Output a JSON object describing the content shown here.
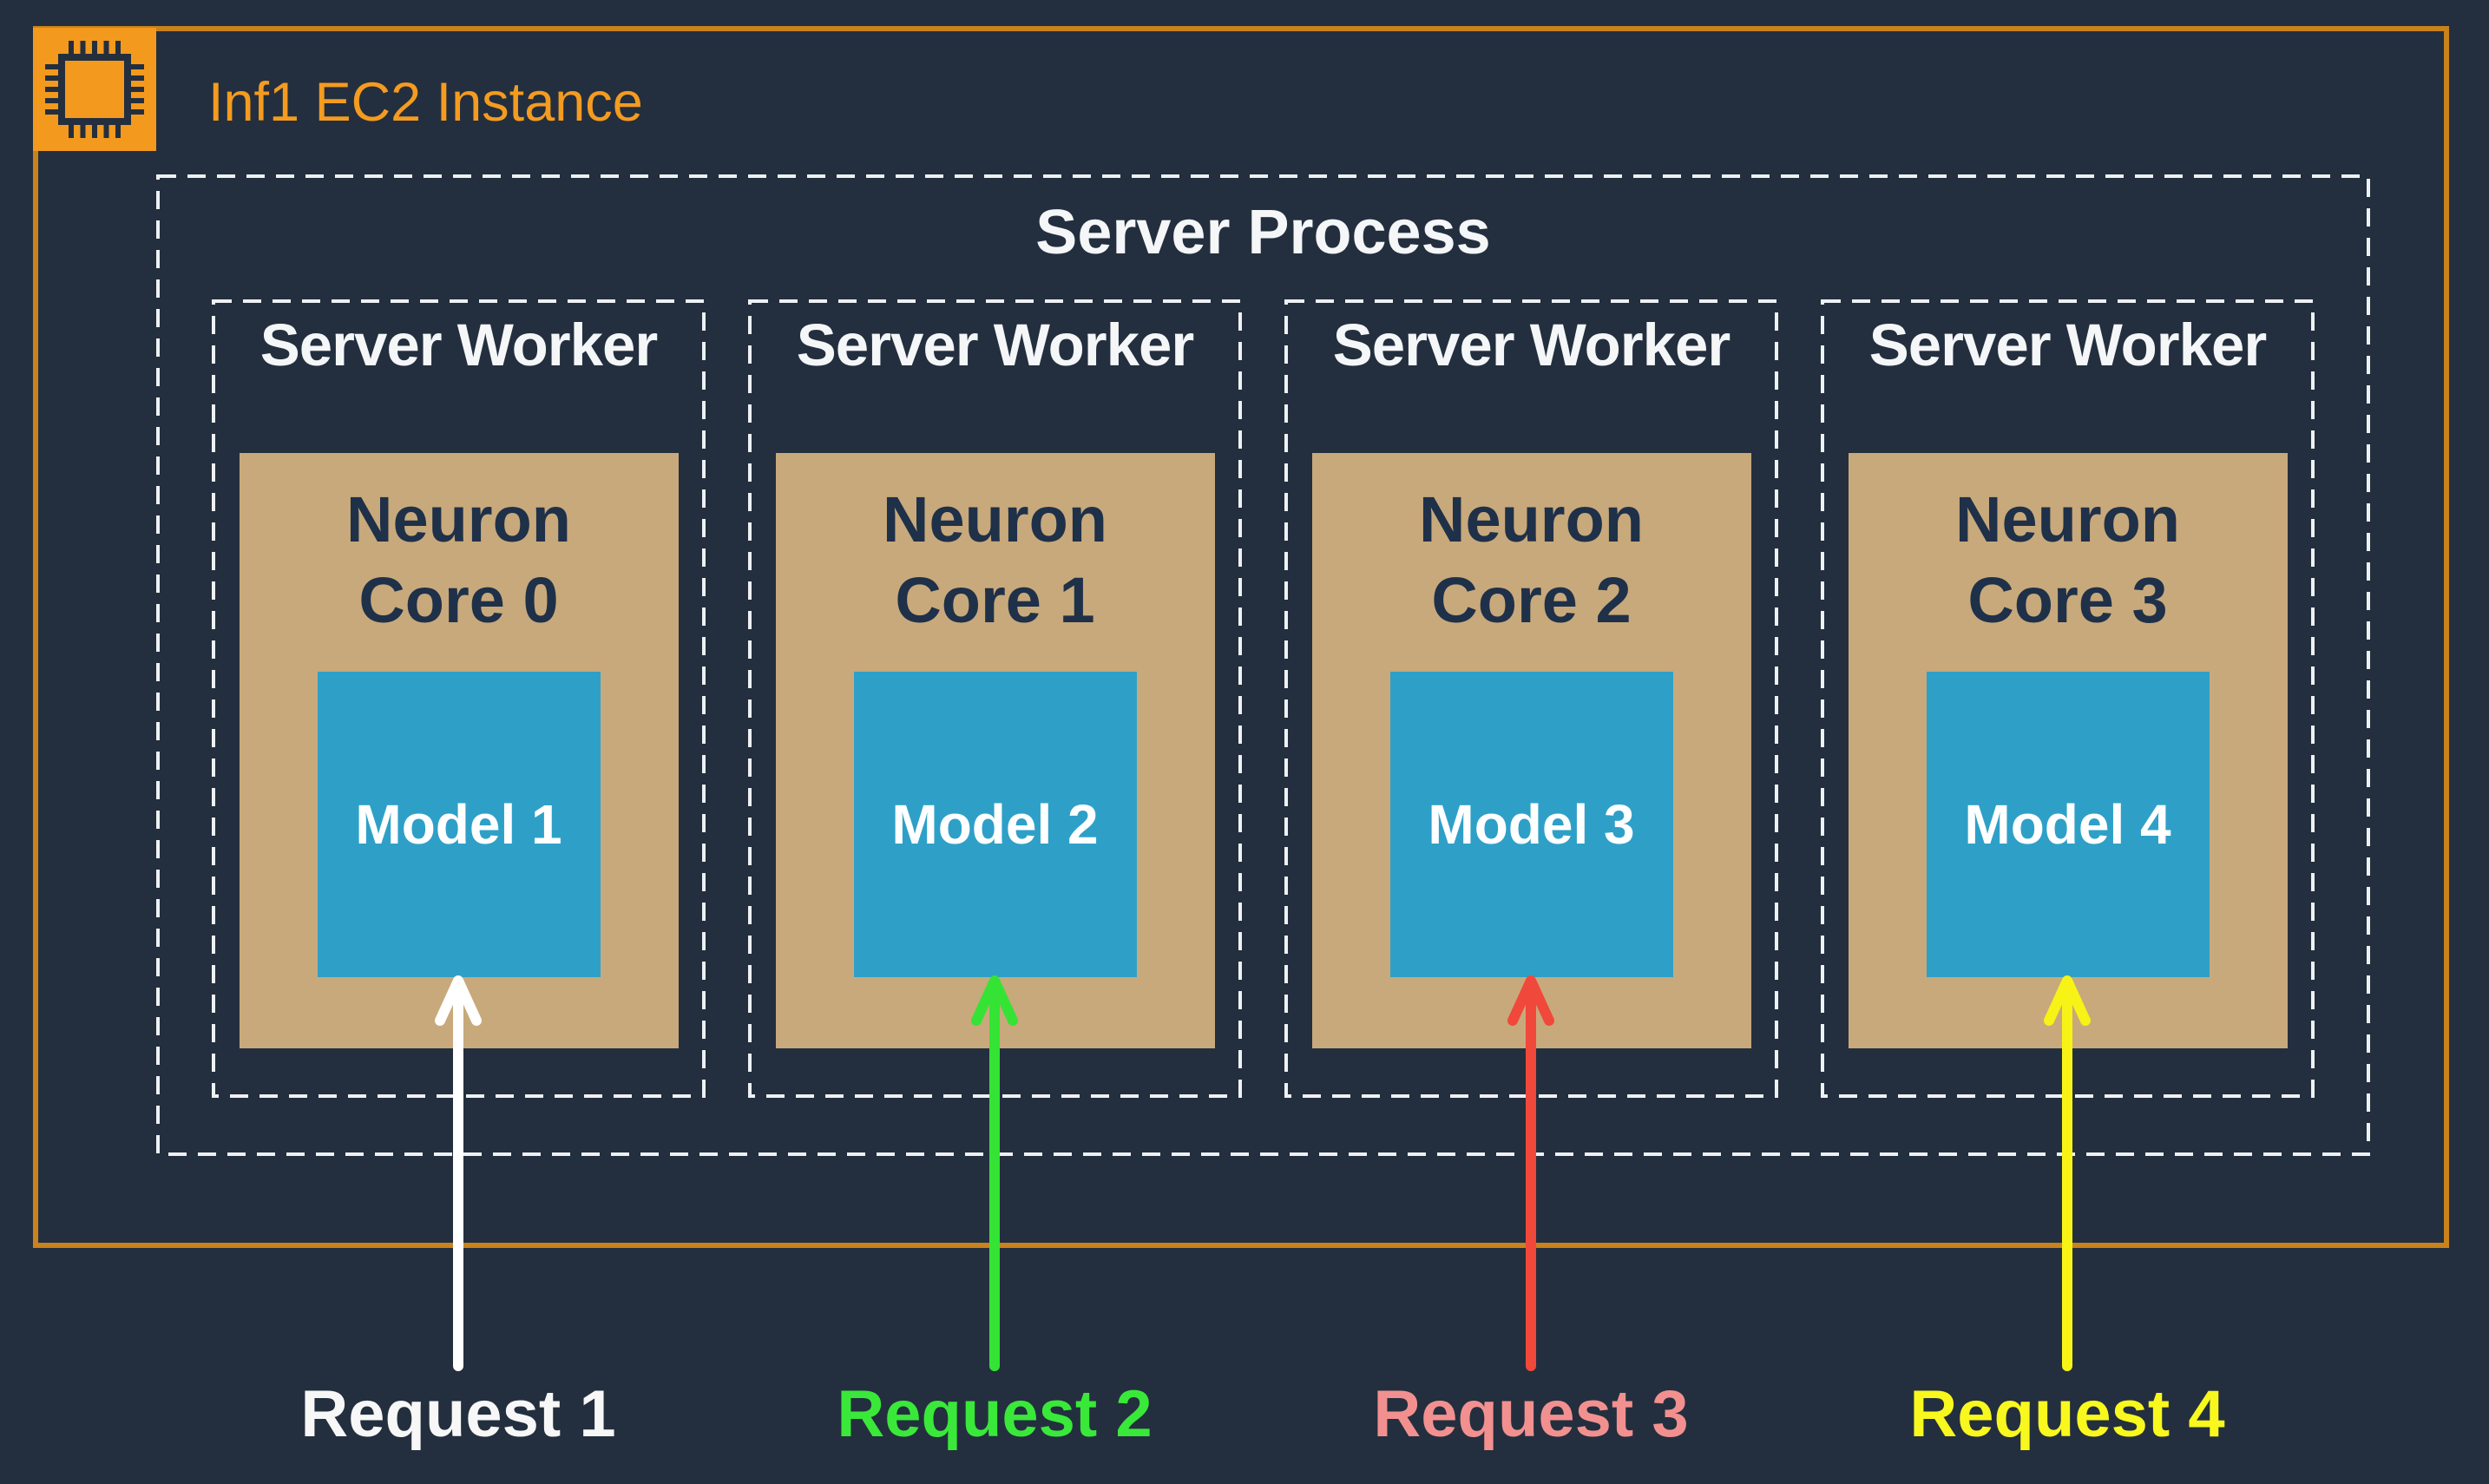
{
  "instance": {
    "title": "Inf1 EC2 Instance",
    "icon": "chip-icon",
    "title_color": "#f49b20",
    "border_color": "#c9821c",
    "icon_color": "#f3991d"
  },
  "server_process": {
    "label": "Server Process"
  },
  "workers": [
    {
      "worker_label": "Server Worker",
      "core_line1": "Neuron",
      "core_line2": "Core 0",
      "model_label": "Model 1",
      "request_label": "Request 1",
      "arrow_color": "#ffffff",
      "request_label_color": "#f7f7f7"
    },
    {
      "worker_label": "Server Worker",
      "core_line1": "Neuron",
      "core_line2": "Core 1",
      "model_label": "Model 2",
      "request_label": "Request 2",
      "arrow_color": "#35e335",
      "request_label_color": "#3ae83a"
    },
    {
      "worker_label": "Server Worker",
      "core_line1": "Neuron",
      "core_line2": "Core 2",
      "model_label": "Model 3",
      "request_label": "Request 3",
      "arrow_color": "#f0483b",
      "request_label_color": "#f29090"
    },
    {
      "worker_label": "Server Worker",
      "core_line1": "Neuron",
      "core_line2": "Core 3",
      "model_label": "Model 4",
      "request_label": "Request 4",
      "arrow_color": "#f7f316",
      "request_label_color": "#f8f81e"
    }
  ],
  "colors": {
    "background": "#232f3e",
    "instance_border_orange": "#c9821c",
    "icon_orange": "#f3991d",
    "title_orange": "#f49b20",
    "dashed_border_white": "#eef1f4",
    "neuron_core_tan": "#c8a97b",
    "model_blue": "#2ea0c8",
    "dark_text_navy": "#1f3049",
    "heading_white": "#f4f6f8"
  }
}
